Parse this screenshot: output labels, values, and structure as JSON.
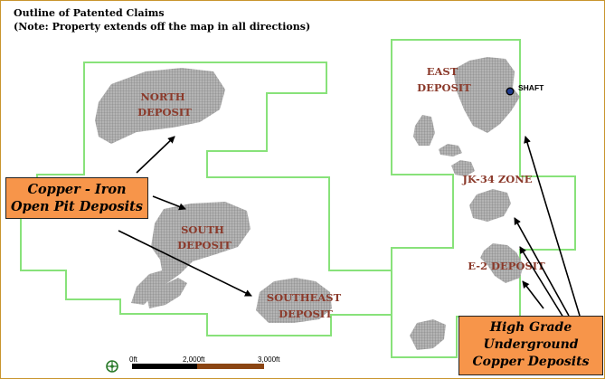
{
  "title": "Outline of Patented Claims",
  "note": "(Note: Property extends off the map in all directions)",
  "deposits": {
    "north": [
      "NORTH",
      "DEPOSIT"
    ],
    "east": [
      "EAST",
      "DEPOSIT"
    ],
    "jk34": "JK-34 ZONE",
    "south": [
      "SOUTH",
      "DEPOSIT"
    ],
    "e2": "E-2 DEPOSIT",
    "southeast": [
      "SOUTHEAST",
      "DEPOSIT"
    ]
  },
  "shaft_label": "SHAFT",
  "callouts": {
    "left": [
      "Copper - Iron",
      "Open Pit Deposits"
    ],
    "right": [
      "High Grade",
      "Underground",
      "Copper Deposits"
    ]
  },
  "scale": {
    "labels": [
      "0ft",
      "2,000ft",
      "3,000ft"
    ]
  },
  "colors": {
    "claim_outline": "#88e27a",
    "deposit_fill": "#a9a9a9",
    "label_text": "#8b3a2b",
    "callout_fill": "#f7954a"
  }
}
